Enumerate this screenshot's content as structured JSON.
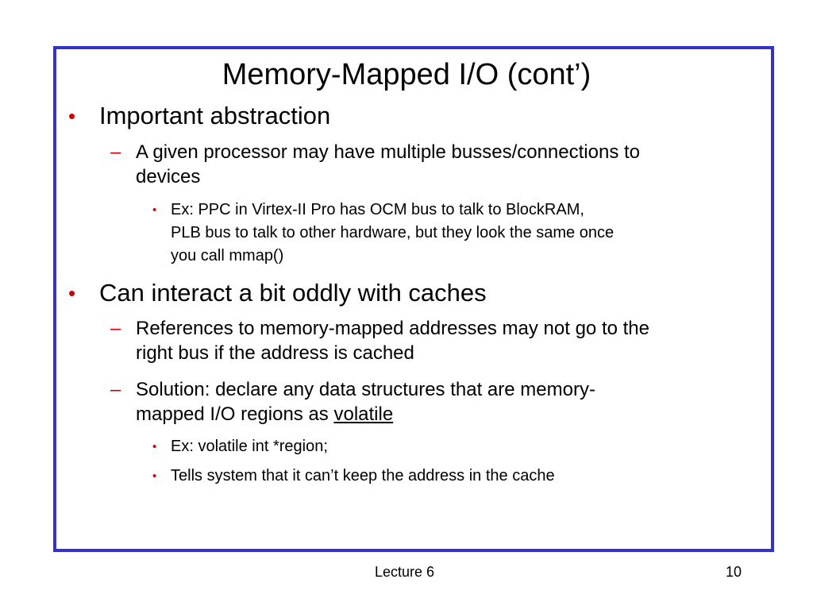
{
  "slide": {
    "title": "Memory-Mapped I/O (cont’)",
    "footer_center": "Lecture 6",
    "slide_number": "10",
    "frame_color": "#3333cc",
    "bullet_color": "#cc0000"
  },
  "bullets": {
    "b1": "Important abstraction",
    "b1_1_line1": "A given processor may have multiple busses/connections to",
    "b1_1_line2": "devices",
    "b1_1_1_line1": "Ex: PPC in Virtex-II Pro has OCM bus to talk to BlockRAM,",
    "b1_1_1_line2": "PLB bus to talk to other hardware, but they look the same once",
    "b1_1_1_line3": "you call mmap()",
    "b2": "Can interact a bit oddly with caches",
    "b2_1_line1": "References to memory-mapped addresses may not go to the",
    "b2_1_line2": "right bus if the address is cached",
    "b2_2_line1": "Solution: declare any data structures that are memory-",
    "b2_2_line2_prefix": "mapped I/O regions as ",
    "b2_2_line2_emph": "volatile",
    "b2_2_1": "Ex: volatile int *region;",
    "b2_2_2": "Tells system that it can’t keep the address in the cache"
  },
  "markers": {
    "level1": "•",
    "level2": "–",
    "level3": "•"
  }
}
